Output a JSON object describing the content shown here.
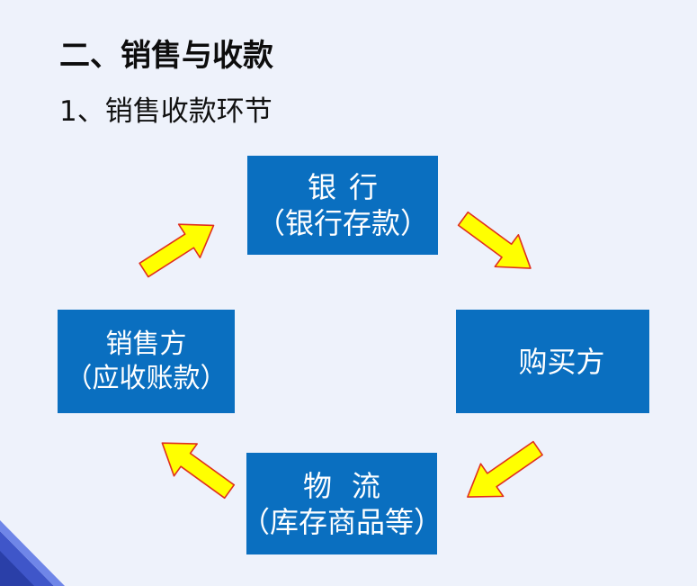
{
  "title": "二、销售与收款",
  "subtitle": "1、销售收款环节",
  "nodes": {
    "bank": {
      "line1": "银行",
      "line2": "（银行存款）"
    },
    "buyer": {
      "line1": "购买方"
    },
    "logistics": {
      "line1": "物流",
      "line2": "（库存商品等）"
    },
    "seller": {
      "line1": "销售方",
      "line2": "（应收账款）"
    }
  },
  "colors": {
    "background": "#eef2fb",
    "node_fill": "#0a6fc0",
    "node_text": "#ffffff",
    "arrow_fill": "#ffff00",
    "arrow_stroke": "#e0301e"
  },
  "arrows": [
    {
      "from": "seller",
      "to": "bank",
      "icon": "arrow-icon"
    },
    {
      "from": "bank",
      "to": "buyer",
      "icon": "arrow-icon"
    },
    {
      "from": "buyer",
      "to": "logistics",
      "icon": "arrow-icon"
    },
    {
      "from": "logistics",
      "to": "seller",
      "icon": "arrow-icon"
    }
  ]
}
